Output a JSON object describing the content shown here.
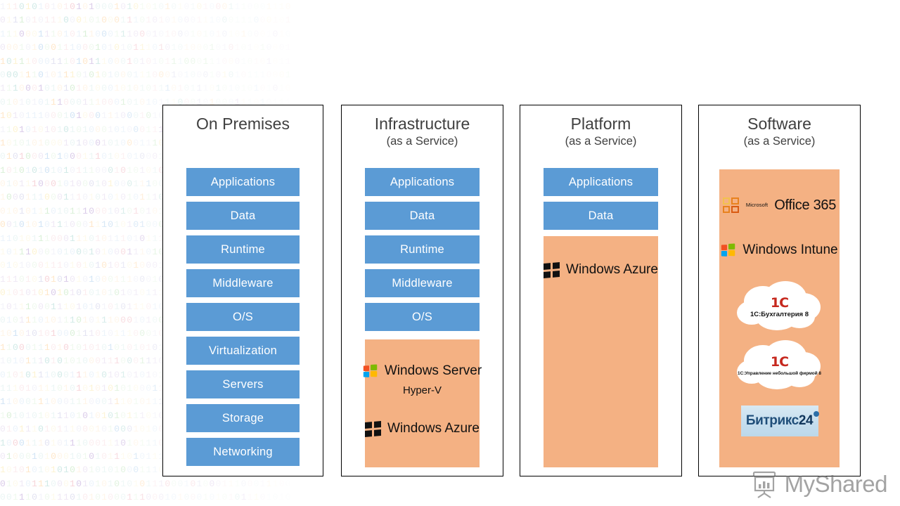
{
  "background": {
    "pattern_name": "binary-digits",
    "digits": "10101011001010101",
    "colors": [
      "#d9c9e8",
      "#cfe3f5",
      "#ffe6c7",
      "#d9f0d6",
      "#f7d3d9",
      "#e2e2f2",
      "#fdf3cf",
      "#cfe9e6"
    ]
  },
  "columns": [
    {
      "key": "on_premises",
      "title": "On Premises",
      "subtitle": "",
      "bars": [
        "Applications",
        "Data",
        "Runtime",
        "Middleware",
        "O/S",
        "Virtualization",
        "Servers",
        "Storage",
        "Networking"
      ],
      "managed_panel": null
    },
    {
      "key": "infrastructure",
      "title": "Infrastructure",
      "subtitle": "(as a Service)",
      "bars": [
        "Applications",
        "Data",
        "Runtime",
        "Middleware",
        "O/S"
      ],
      "managed_panel": {
        "logos": [
          {
            "name": "windows-server-hyper-v",
            "icon": "windows-7-flag-icon",
            "text": "Windows Server",
            "sub": "Hyper-V"
          },
          {
            "name": "windows-azure",
            "icon": "windows-8-flag-icon",
            "text": "Windows Azure",
            "sub": ""
          }
        ]
      }
    },
    {
      "key": "platform",
      "title": "Platform",
      "subtitle": "(as a Service)",
      "bars": [
        "Applications",
        "Data"
      ],
      "managed_panel": {
        "logos": [
          {
            "name": "windows-azure",
            "icon": "windows-8-flag-icon",
            "text": "Windows Azure",
            "sub": ""
          }
        ]
      }
    },
    {
      "key": "software",
      "title": "Software",
      "subtitle": "(as a Service)",
      "bars": [],
      "managed_panel": {
        "logos": [
          {
            "name": "office-365",
            "icon": "office-squares-icon",
            "vendor": "Microsoft",
            "text": "Office 365",
            "sub": ""
          },
          {
            "name": "windows-intune",
            "icon": "windows-7-flag-icon",
            "text": "Windows Intune",
            "sub": ""
          }
        ],
        "clouds": [
          {
            "name": "1c-accounting",
            "logo": "1C",
            "caption": "1С:Бухгалтерия 8"
          },
          {
            "name": "1c-small-firm-management",
            "logo": "1C",
            "caption": "1С:Управление небольшой фирмой 8"
          }
        ],
        "bitrix": {
          "name": "bitrix24",
          "word": "Битрикс",
          "number": "24"
        }
      }
    }
  ],
  "watermark": {
    "text": "MyShared",
    "icon": "presentation-board-icon"
  },
  "colors": {
    "bar_blue": "#5B9BD5",
    "panel_orange": "#F4B183",
    "title_gray": "#404040",
    "border_black": "#000000",
    "bitrix_blue": "#1F4E79"
  }
}
